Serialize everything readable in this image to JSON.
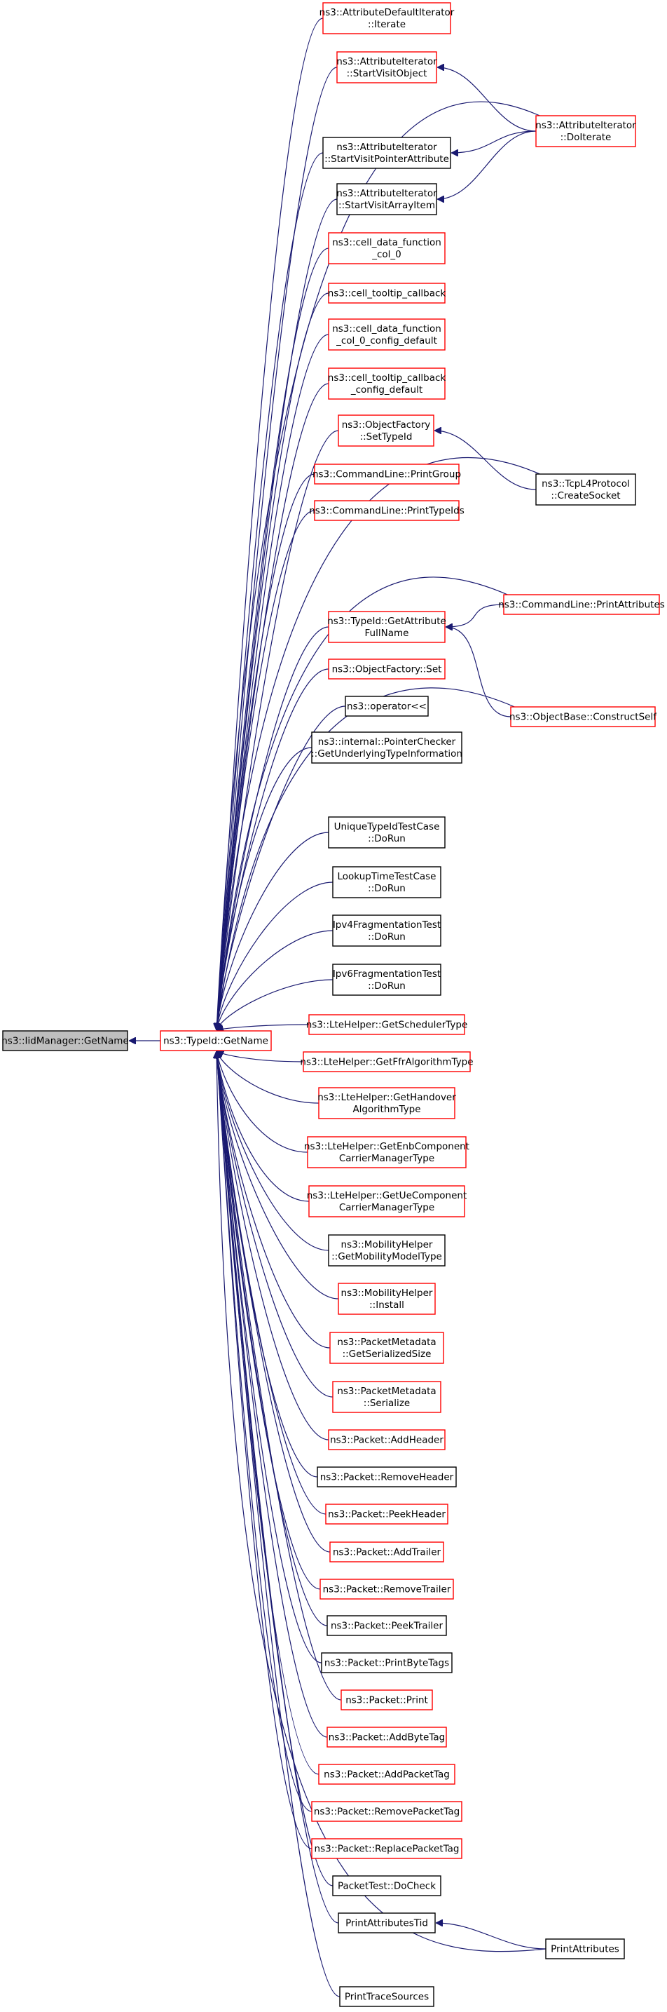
{
  "graph": {
    "edge_color": "#191970",
    "colors": {
      "black": "#000000",
      "red": "#ff0000",
      "gray_fill": "#bfbfbf",
      "fill": "#ffffff"
    },
    "root": {
      "id": "iid-getname",
      "lines": [
        "ns3::IidManager::GetName"
      ],
      "style": "gray"
    },
    "hub": {
      "id": "typeid-getname",
      "lines": [
        "ns3::TypeId::GetName"
      ],
      "style": "red"
    },
    "callers": [
      {
        "id": "attr-default-iterate",
        "lines": [
          "ns3::AttributeDefaultIterator",
          "::Iterate"
        ],
        "style": "red"
      },
      {
        "id": "attr-startvisitobject",
        "lines": [
          "ns3::AttributeIterator",
          "::StartVisitObject"
        ],
        "style": "red"
      },
      {
        "id": "attr-startvisitpointer",
        "lines": [
          "ns3::AttributeIterator",
          "::StartVisitPointerAttribute"
        ],
        "style": "black"
      },
      {
        "id": "attr-startvisitarray",
        "lines": [
          "ns3::AttributeIterator",
          "::StartVisitArrayItem"
        ],
        "style": "black"
      },
      {
        "id": "cell-data-col0",
        "lines": [
          "ns3::cell_data_function",
          "_col_0"
        ],
        "style": "red"
      },
      {
        "id": "cell-tooltip",
        "lines": [
          "ns3::cell_tooltip_callback"
        ],
        "style": "red"
      },
      {
        "id": "cell-data-col0-config",
        "lines": [
          "ns3::cell_data_function",
          "_col_0_config_default"
        ],
        "style": "red"
      },
      {
        "id": "cell-tooltip-config",
        "lines": [
          "ns3::cell_tooltip_callback",
          "_config_default"
        ],
        "style": "red"
      },
      {
        "id": "objectfactory-settypeid",
        "lines": [
          "ns3::ObjectFactory",
          "::SetTypeId"
        ],
        "style": "red"
      },
      {
        "id": "cmdline-printgroup",
        "lines": [
          "ns3::CommandLine::PrintGroup"
        ],
        "style": "red"
      },
      {
        "id": "cmdline-printtypeids",
        "lines": [
          "ns3::CommandLine::PrintTypeIds"
        ],
        "style": "red"
      },
      {
        "id": "typeid-getattributefullname",
        "lines": [
          "ns3::TypeId::GetAttribute",
          "FullName"
        ],
        "style": "red"
      },
      {
        "id": "objectfactory-set",
        "lines": [
          "ns3::ObjectFactory::Set"
        ],
        "style": "red"
      },
      {
        "id": "operator-shift",
        "lines": [
          "ns3::operator<<"
        ],
        "style": "black"
      },
      {
        "id": "pointerchecker",
        "lines": [
          "ns3::internal::PointerChecker",
          "::GetUnderlyingTypeInformation"
        ],
        "style": "black"
      },
      {
        "id": "uniquetypeid-dorun",
        "lines": [
          "UniqueTypeIdTestCase",
          "::DoRun"
        ],
        "style": "black"
      },
      {
        "id": "lookuptime-dorun",
        "lines": [
          "LookupTimeTestCase",
          "::DoRun"
        ],
        "style": "black"
      },
      {
        "id": "ipv4frag-dorun",
        "lines": [
          "Ipv4FragmentationTest",
          "::DoRun"
        ],
        "style": "black"
      },
      {
        "id": "ipv6frag-dorun",
        "lines": [
          "Ipv6FragmentationTest",
          "::DoRun"
        ],
        "style": "black"
      },
      {
        "id": "lte-getschedulertype",
        "lines": [
          "ns3::LteHelper::GetSchedulerType"
        ],
        "style": "red"
      },
      {
        "id": "lte-getffralgorithmtype",
        "lines": [
          "ns3::LteHelper::GetFfrAlgorithmType"
        ],
        "style": "red"
      },
      {
        "id": "lte-gethandover",
        "lines": [
          "ns3::LteHelper::GetHandover",
          "AlgorithmType"
        ],
        "style": "red"
      },
      {
        "id": "lte-getenbcomponent",
        "lines": [
          "ns3::LteHelper::GetEnbComponent",
          "CarrierManagerType"
        ],
        "style": "red"
      },
      {
        "id": "lte-getuecomponent",
        "lines": [
          "ns3::LteHelper::GetUeComponent",
          "CarrierManagerType"
        ],
        "style": "red"
      },
      {
        "id": "mobility-getmobilitymodeltype",
        "lines": [
          "ns3::MobilityHelper",
          "::GetMobilityModelType"
        ],
        "style": "black"
      },
      {
        "id": "mobility-install",
        "lines": [
          "ns3::MobilityHelper",
          "::Install"
        ],
        "style": "red"
      },
      {
        "id": "packetmetadata-getserializedsize",
        "lines": [
          "ns3::PacketMetadata",
          "::GetSerializedSize"
        ],
        "style": "red"
      },
      {
        "id": "packetmetadata-serialize",
        "lines": [
          "ns3::PacketMetadata",
          "::Serialize"
        ],
        "style": "red"
      },
      {
        "id": "packet-addheader",
        "lines": [
          "ns3::Packet::AddHeader"
        ],
        "style": "red"
      },
      {
        "id": "packet-removeheader",
        "lines": [
          "ns3::Packet::RemoveHeader"
        ],
        "style": "black"
      },
      {
        "id": "packet-peekheader",
        "lines": [
          "ns3::Packet::PeekHeader"
        ],
        "style": "red"
      },
      {
        "id": "packet-addtrailer",
        "lines": [
          "ns3::Packet::AddTrailer"
        ],
        "style": "red"
      },
      {
        "id": "packet-removetrailer",
        "lines": [
          "ns3::Packet::RemoveTrailer"
        ],
        "style": "red"
      },
      {
        "id": "packet-peektrailer",
        "lines": [
          "ns3::Packet::PeekTrailer"
        ],
        "style": "black"
      },
      {
        "id": "packet-printbytetags",
        "lines": [
          "ns3::Packet::PrintByteTags"
        ],
        "style": "black"
      },
      {
        "id": "packet-print",
        "lines": [
          "ns3::Packet::Print"
        ],
        "style": "red"
      },
      {
        "id": "packet-addbytetag",
        "lines": [
          "ns3::Packet::AddByteTag"
        ],
        "style": "red"
      },
      {
        "id": "packet-addpackettag",
        "lines": [
          "ns3::Packet::AddPacketTag"
        ],
        "style": "red"
      },
      {
        "id": "packet-removepackettag",
        "lines": [
          "ns3::Packet::RemovePacketTag"
        ],
        "style": "red"
      },
      {
        "id": "packet-replacepackettag",
        "lines": [
          "ns3::Packet::ReplacePacketTag"
        ],
        "style": "red"
      },
      {
        "id": "packettest-docheck",
        "lines": [
          "PacketTest::DoCheck"
        ],
        "style": "black"
      },
      {
        "id": "printattributestid",
        "lines": [
          "PrintAttributesTid"
        ],
        "style": "black"
      },
      {
        "id": "printtracesources",
        "lines": [
          "PrintTraceSources"
        ],
        "style": "black"
      }
    ],
    "third": [
      {
        "id": "attr-doiterate",
        "lines": [
          "ns3::AttributeIterator",
          "::DoIterate"
        ],
        "style": "red"
      },
      {
        "id": "tcpl4-createsocket",
        "lines": [
          "ns3::TcpL4Protocol",
          "::CreateSocket"
        ],
        "style": "black"
      },
      {
        "id": "cmdline-printattributes",
        "lines": [
          "ns3::CommandLine::PrintAttributes"
        ],
        "style": "red"
      },
      {
        "id": "objectbase-constructself",
        "lines": [
          "ns3::ObjectBase::ConstructSelf"
        ],
        "style": "red"
      },
      {
        "id": "printattributes",
        "lines": [
          "PrintAttributes"
        ],
        "style": "black"
      }
    ],
    "cross_edges": [
      {
        "from": "attr-doiterate",
        "to": "attr-startvisitobject"
      },
      {
        "from": "attr-doiterate",
        "to": "attr-startvisitpointer"
      },
      {
        "from": "attr-doiterate",
        "to": "attr-startvisitarray"
      },
      {
        "from": "tcpl4-createsocket",
        "to": "objectfactory-settypeid"
      },
      {
        "from": "cmdline-printattributes",
        "to": "typeid-getattributefullname"
      },
      {
        "from": "objectbase-constructself",
        "to": "typeid-getattributefullname"
      },
      {
        "from": "printattributes",
        "to": "printattributestid"
      }
    ],
    "hub_edges_from_third": [
      "attr-doiterate",
      "tcpl4-createsocket",
      "cmdline-printattributes",
      "objectbase-constructself",
      "printattributes"
    ]
  }
}
